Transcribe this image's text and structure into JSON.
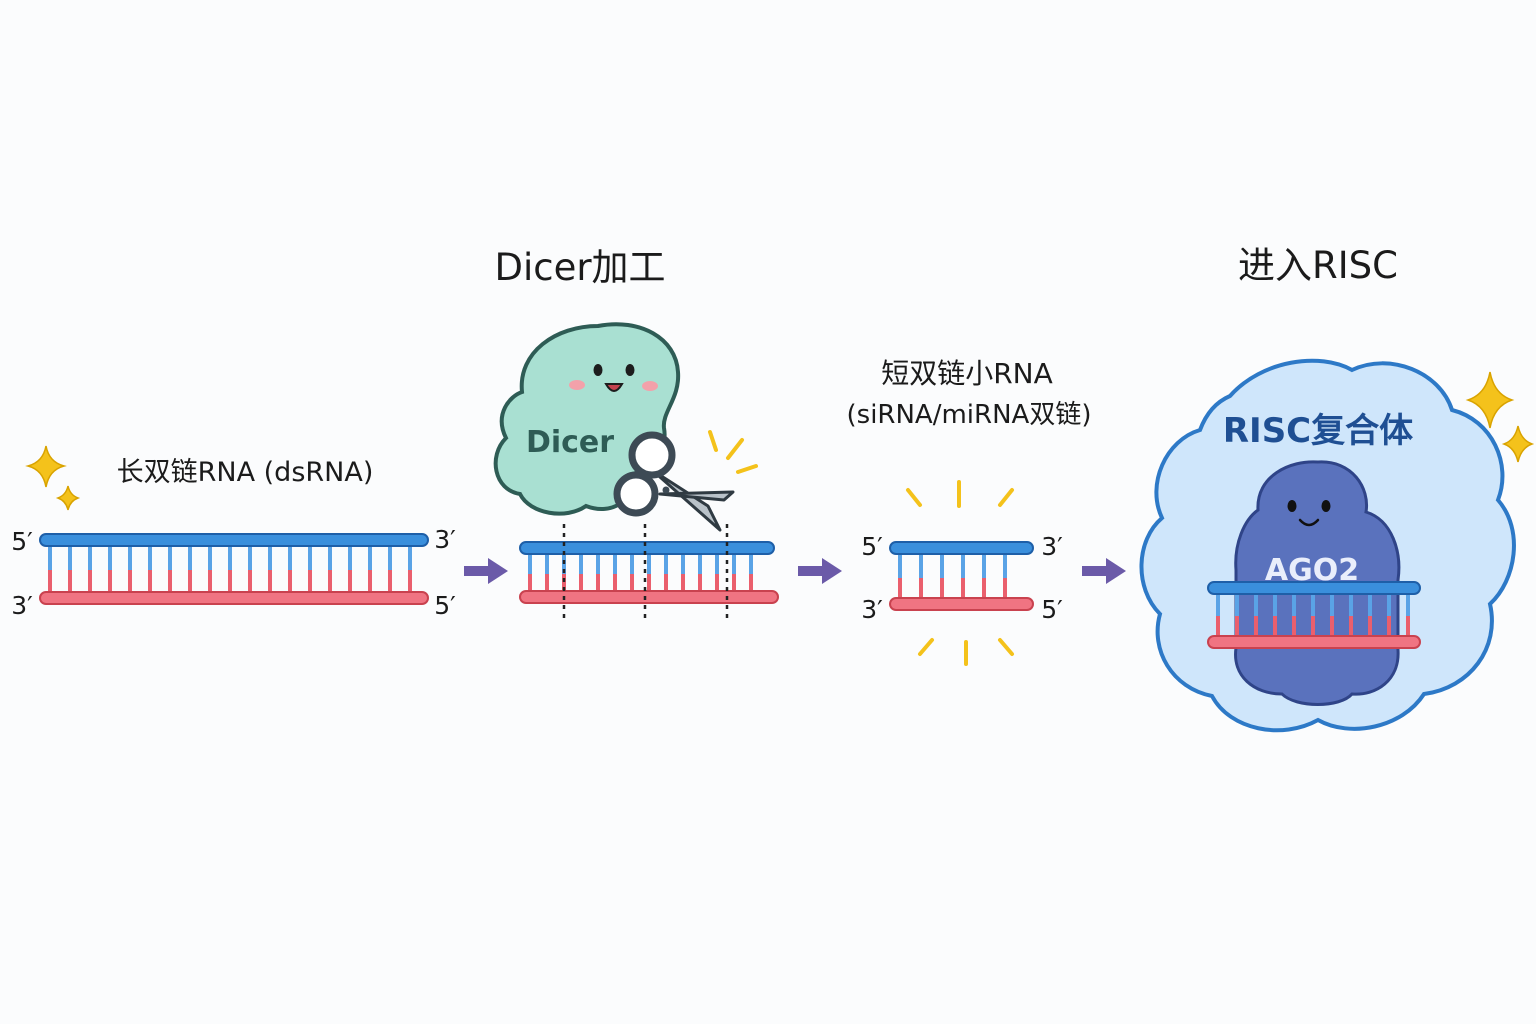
{
  "panels": {
    "dsrna": {
      "label": "长双链RNA (dsRNA)",
      "top_left": "5′",
      "top_right": "3′",
      "bottom_left": "3′",
      "bottom_right": "5′"
    },
    "dicer": {
      "heading": "Dicer加工",
      "enzyme_label": "Dicer"
    },
    "short": {
      "label_line1": "短双链小RNA",
      "label_line2": "(siRNA/miRNA双链)",
      "top_left": "5′",
      "top_right": "3′",
      "bottom_left": "3′",
      "bottom_right": "5′"
    },
    "risc": {
      "heading": "进入RISC",
      "complex_label": "RISC复合体",
      "protein_label": "AGO2"
    }
  },
  "colors": {
    "strand_top": "#3a8fdc",
    "strand_bottom": "#e85a68",
    "dicer_fill": "#a9e0d2",
    "dicer_outline": "#2e5c55",
    "cloud_fill": "#cfe6fb",
    "cloud_outline": "#2d79c7",
    "ago2_fill": "#5a72bd",
    "arrow": "#6b5aa8",
    "sparkle": "#f4c21b",
    "risc_title": "#1f4f93"
  }
}
